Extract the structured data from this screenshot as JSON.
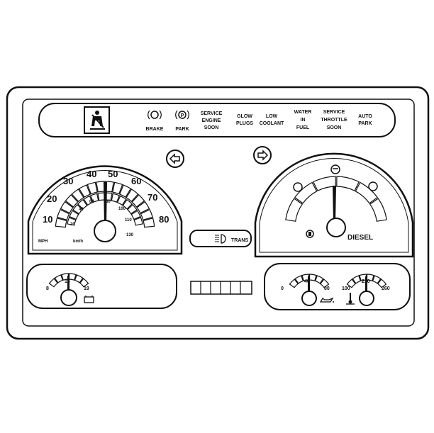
{
  "warning_lights": {
    "brake_label": "BRAKE",
    "park_label": "PARK",
    "service_engine": [
      "SERVICE",
      "ENGINE",
      "SOON"
    ],
    "glow_plugs": [
      "GLOW",
      "PLUGS"
    ],
    "low_coolant": [
      "LOW",
      "COOLANT"
    ],
    "water_in_fuel": [
      "WATER",
      "IN",
      "FUEL"
    ],
    "service_throttle": [
      "SERVICE",
      "THROTTLE",
      "SOON"
    ],
    "auto_park": [
      "AUTO",
      "PARK"
    ]
  },
  "speedometer": {
    "mph_ticks": [
      "10",
      "20",
      "30",
      "40",
      "50",
      "60",
      "70",
      "80"
    ],
    "kmh_ticks": [
      "20",
      "40",
      "64",
      "80",
      "100",
      "110",
      "130"
    ],
    "mph_unit": "MPH",
    "kmh_unit": "km/h"
  },
  "tachometer": {
    "fuel_label": "DIESEL"
  },
  "trans_indicator": {
    "label": "TRANS"
  },
  "voltmeter": {
    "ticks": [
      "8",
      "16",
      "19"
    ]
  },
  "oil_pressure": {
    "ticks": [
      "0",
      "40",
      "80"
    ]
  },
  "coolant_temp": {
    "ticks": [
      "100",
      "210",
      "260"
    ]
  },
  "icons": [
    "seatbelt-icon",
    "brake-icon",
    "park-icon",
    "left-turn-arrow-icon",
    "right-turn-arrow-icon",
    "headlight-icon",
    "battery-icon",
    "oil-can-icon",
    "thermometer-icon",
    "fuel-pump-icon"
  ]
}
